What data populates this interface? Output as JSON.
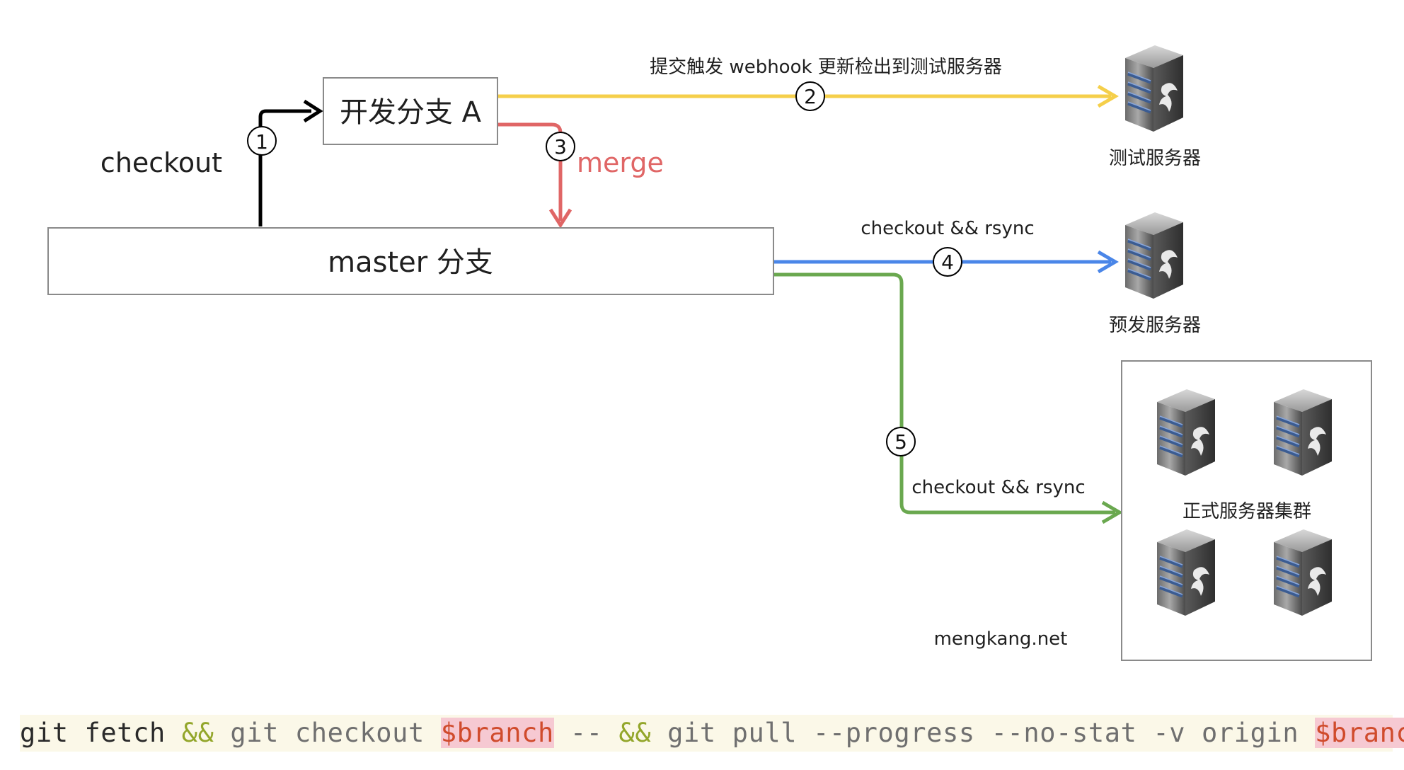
{
  "nodes": {
    "branch_a": "开发分支 A",
    "master": "master 分支",
    "test_server": "测试服务器",
    "staging_server": "预发服务器",
    "prod_cluster": "正式服务器集群"
  },
  "edges": {
    "checkout": {
      "step": "①",
      "label": "checkout",
      "color": "#000000"
    },
    "webhook": {
      "step": "②",
      "label": "提交触发 webhook 更新检出到测试服务器",
      "color": "#f5cf4a"
    },
    "merge": {
      "step": "③",
      "label": "merge",
      "color": "#e06666"
    },
    "to_staging": {
      "step": "④",
      "label": "checkout && rsync",
      "color": "#4a86e8"
    },
    "to_prod": {
      "step": "⑤",
      "label": "checkout && rsync",
      "color": "#6aa84f"
    }
  },
  "icons": {
    "server": "server-icon"
  },
  "watermark": "mengkang.net",
  "command": {
    "p1": "git fetch ",
    "p2": "&&",
    "p3": " git checkout ",
    "p4": "$branch",
    "p5": " -- ",
    "p6": "&&",
    "p7": " git pull --progress --no-stat -v origin ",
    "p8": "$branch"
  }
}
